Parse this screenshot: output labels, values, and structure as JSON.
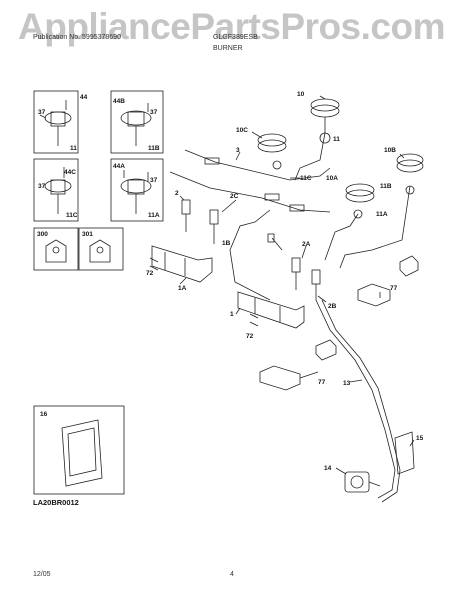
{
  "header": {
    "left": "Publication No. 5995378690",
    "right": "GLGF389ESB",
    "section": "BURNER"
  },
  "watermark": "AppliancePartsPros.com",
  "callouts": {
    "inset_11": [
      "44",
      "37",
      "11"
    ],
    "inset_11b": [
      "44B",
      "37",
      "11B"
    ],
    "inset_11c": [
      "44C",
      "37",
      "11C"
    ],
    "inset_11a": [
      "44A",
      "37",
      "11A"
    ],
    "inset_300": "300",
    "inset_301": "301",
    "inset_16": "16",
    "main": [
      "10",
      "10C",
      "11",
      "3",
      "10B",
      "11C",
      "10A",
      "11B",
      "2",
      "2C",
      "11A",
      "1B",
      "2A",
      "72",
      "1A",
      "2B",
      "77",
      "1",
      "72",
      "77",
      "13",
      "15",
      "14"
    ]
  },
  "footer": {
    "code": "LA20BR0012",
    "date": "12/05",
    "page": "4"
  }
}
